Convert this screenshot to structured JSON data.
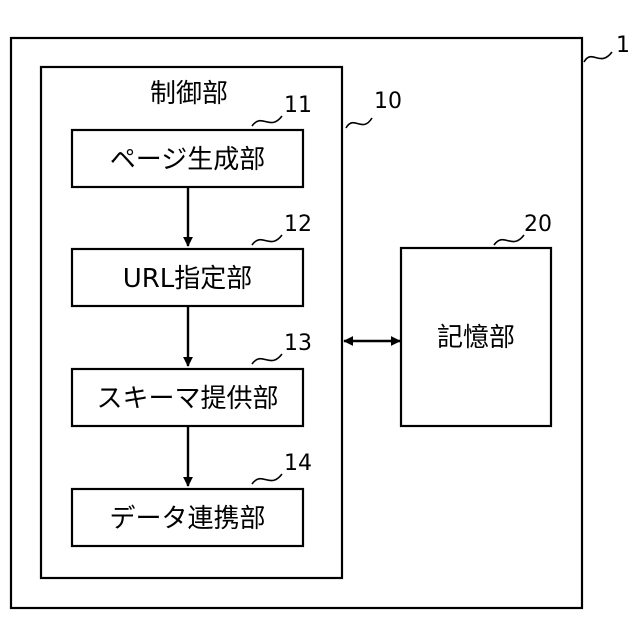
{
  "device": {
    "ref": "1"
  },
  "control_unit": {
    "label": "制御部",
    "ref": "10"
  },
  "storage_unit": {
    "label": "記憶部",
    "ref": "20"
  },
  "modules": [
    {
      "label": "ページ生成部",
      "ref": "11"
    },
    {
      "label": "URL指定部",
      "ref": "12"
    },
    {
      "label": "スキーマ提供部",
      "ref": "13"
    },
    {
      "label": "データ連携部",
      "ref": "14"
    }
  ]
}
